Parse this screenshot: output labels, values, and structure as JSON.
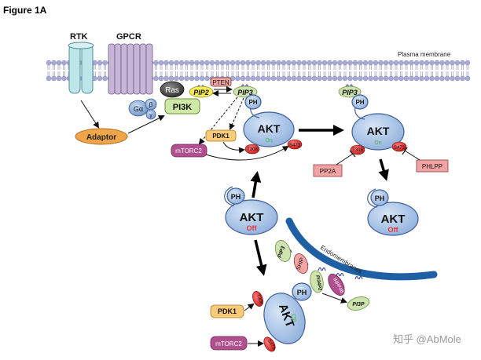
{
  "figure_title": "Figure 1A",
  "membrane_label": "Plasma membrane",
  "endomembrane_label": "Endomembranes",
  "receptors": {
    "rtk": "RTK",
    "gpcr": "GPCR"
  },
  "adaptor": "Adaptor",
  "ras": "Ras",
  "pi3k": "PI3K",
  "g_protein": {
    "alpha": "Gα",
    "beta": "β",
    "gamma": "γ"
  },
  "lipids": {
    "pip2": "PIP2",
    "pip3": "PIP3",
    "pi34p2": "PI34P2",
    "pi3p": "PI3P"
  },
  "phosphatases": {
    "pten": "PTEN",
    "ship": "SHIP",
    "inpp4b": "INPP4B",
    "pp2a": "PP2A",
    "phlpp": "PHLPP"
  },
  "kinases": {
    "pdk1": "PDK1",
    "mtorc2": "mTORC2"
  },
  "akt": {
    "name": "AKT",
    "ph": "PH",
    "on": "On",
    "off": "Off",
    "t308": "T308",
    "s473": "S473"
  },
  "watermark": "知乎 @AbMole",
  "colors": {
    "membrane_head": "#a9a9d6",
    "membrane_tail": "#8a8aa6",
    "akt_fill": "#a9c3e6",
    "akt_stroke": "#3f5f96",
    "on_text": "#4caf50",
    "off_text": "#e53935",
    "phospho_red": "#d92b2b",
    "endomembrane": "#1f5fa3",
    "pi3k_green": "#cfe8a6",
    "pip2_yellow": "#f6ec5a",
    "pip3_green": "#cfe3b1",
    "pdk1_orange": "#f7cb7a",
    "mtorc2_purple": "#b0508f",
    "pink_box": "#f2a3a3",
    "adaptor_orange": "#f0a54a"
  }
}
